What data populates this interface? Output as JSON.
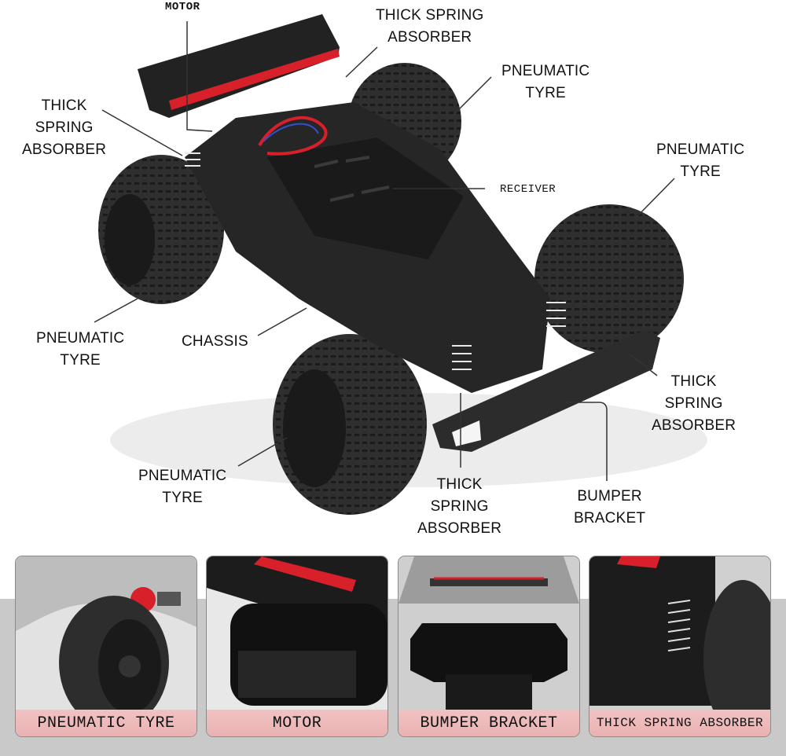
{
  "diagram": {
    "subject": "RC truck chassis (exploded callout view)",
    "callouts": [
      {
        "id": "motor",
        "lines": [
          "MOTOR"
        ]
      },
      {
        "id": "spring_top",
        "lines": [
          "THICK SPRING",
          "ABSORBER"
        ]
      },
      {
        "id": "tyre_rear_right",
        "lines": [
          "PNEUMATIC",
          "TYRE"
        ]
      },
      {
        "id": "spring_left",
        "lines": [
          "THICK",
          "SPRING",
          "ABSORBER"
        ]
      },
      {
        "id": "tyre_front_right",
        "lines": [
          "PNEUMATIC",
          "TYRE"
        ]
      },
      {
        "id": "receiver",
        "lines": [
          "RECEIVER"
        ]
      },
      {
        "id": "tyre_rear_left",
        "lines": [
          "PNEUMATIC",
          "TYRE"
        ]
      },
      {
        "id": "chassis",
        "lines": [
          "CHASSIS"
        ]
      },
      {
        "id": "spring_right",
        "lines": [
          "THICK",
          "SPRING",
          "ABSORBER"
        ]
      },
      {
        "id": "tyre_front_left",
        "lines": [
          "PNEUMATIC",
          "TYRE"
        ]
      },
      {
        "id": "spring_bottom",
        "lines": [
          "THICK",
          "SPRING",
          "ABSORBER"
        ]
      },
      {
        "id": "bumper",
        "lines": [
          "BUMPER",
          "BRACKET"
        ]
      }
    ]
  },
  "panels": [
    {
      "caption": "PNEUMATIC TYRE"
    },
    {
      "caption": "MOTOR"
    },
    {
      "caption": "BUMPER BRACKET"
    },
    {
      "caption": "THICK SPRING ABSORBER"
    }
  ],
  "colors": {
    "accent_red": "#d8202a",
    "caption_pink": "#eeb9b9",
    "band_gray": "#c9c9c9",
    "body_black": "#1e1e1e"
  }
}
